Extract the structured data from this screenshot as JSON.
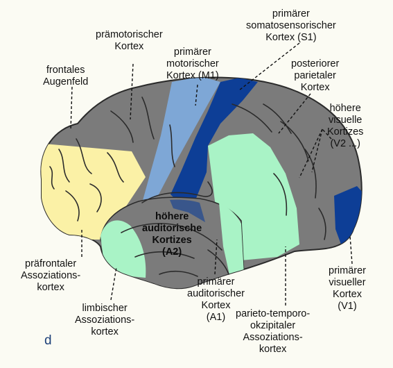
{
  "panel_letter": "d",
  "colors": {
    "gray_cortex": "#7b7b7b",
    "prefrontal_yellow": "#fbf1a6",
    "motor_light_blue": "#7ea7d6",
    "somatosensory_dark_blue": "#0d3e96",
    "association_mint": "#a9f3c6",
    "background": "#fbfbf3"
  },
  "labels": {
    "premotor": [
      "prämotorischer",
      "Kortex"
    ],
    "primary_motor": [
      "primärer",
      "motorischer",
      "Kortex (M1)"
    ],
    "primary_somatosensory": [
      "primärer",
      "somatosensorischer",
      "Kortex (S1)"
    ],
    "frontal_eye_field": [
      "frontales",
      "Augenfeld"
    ],
    "posterior_parietal": [
      "posteriorer",
      "parietaler",
      "Kortex"
    ],
    "higher_visual": [
      "höhere",
      "visuelle",
      "Kortizes",
      "(V2 ...)"
    ],
    "higher_auditory": [
      "höhere",
      "auditorische",
      "Kortizes",
      "(A2)"
    ],
    "prefrontal_association": [
      "präfrontaler",
      "Assoziations-",
      "kortex"
    ],
    "primary_visual": [
      "primärer",
      "visueller",
      "Kortex",
      "(V1)"
    ],
    "primary_auditory": [
      "primärer",
      "auditorischer",
      "Kortex",
      "(A1)"
    ],
    "limbic_association": [
      "limbischer",
      "Assoziations-",
      "kortex"
    ],
    "pto_association": [
      "parieto-temporo-",
      "okzipitaler",
      "Assoziations-",
      "kortex"
    ]
  }
}
